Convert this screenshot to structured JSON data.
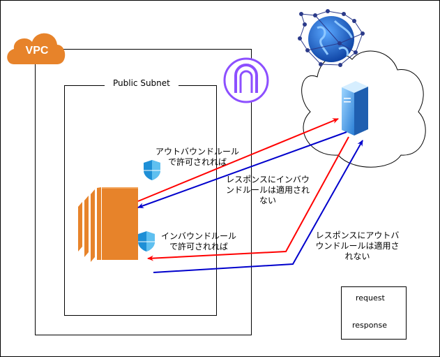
{
  "vpc": {
    "label": "VPC",
    "color": "#e7832a"
  },
  "subnet": {
    "label": "Public Subnet"
  },
  "captions": {
    "outbound_allowed": "アウトバウンドルール\nで許可されれば",
    "inbound_allowed": "インバウンドルール\nで許可されれば",
    "response_no_inbound": "レスポンスにインバウ\nンドルールは適用され\nない",
    "response_no_outbound": "レスポンスにアウトバ\nウンドルールは適用さ\nれない"
  },
  "legend": {
    "request": "request",
    "response": "response"
  },
  "colors": {
    "request": "#ff0000",
    "response": "#0000cc",
    "ec2": "#e7832a",
    "gateway": "#8c4fff",
    "shield": "#1e8fd6"
  },
  "icons": [
    "vpc-cloud-icon",
    "internet-gateway-icon",
    "globe-icon",
    "server-icon",
    "ec2-instance-icon",
    "security-group-shield-icon"
  ]
}
